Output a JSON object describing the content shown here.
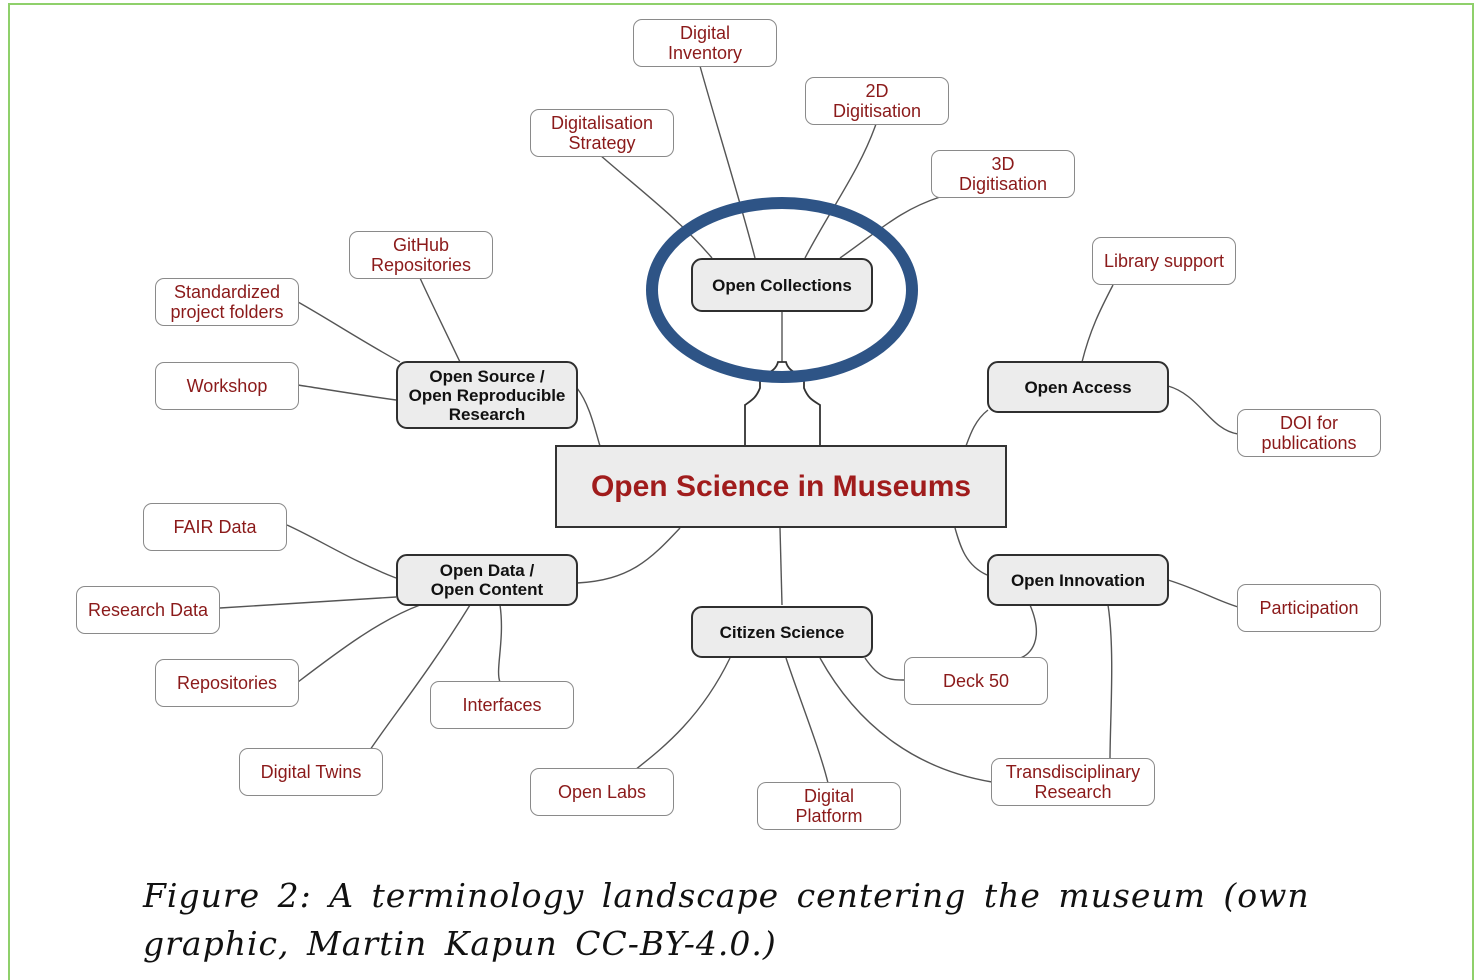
{
  "diagram": {
    "center": "Open Science in Museums",
    "hubs": {
      "open_collections": "Open Collections",
      "open_source": "Open Source /\nOpen Reproducible\nResearch",
      "open_access": "Open Access",
      "open_data": "Open Data /\nOpen Content",
      "open_innovation": "Open Innovation",
      "citizen_science": "Citizen Science"
    },
    "leaves": {
      "digital_inventory": "Digital\nInventory",
      "digitalisation_strategy": "Digitalisation\nStrategy",
      "digitisation_2d": "2D\nDigitisation",
      "digitisation_3d": "3D\nDigitisation",
      "github_repositories": "GitHub\nRepositories",
      "standardized_project_folders": "Standardized\nproject folders",
      "workshop": "Workshop",
      "library_support": "Library support",
      "doi_for_publications": "DOI for\npublications",
      "fair_data": "FAIR Data",
      "research_data": "Research Data",
      "repositories": "Repositories",
      "interfaces": "Interfaces",
      "digital_twins": "Digital Twins",
      "participation": "Participation",
      "deck_50": "Deck 50",
      "transdisciplinary_research": "Transdisciplinary\nResearch",
      "open_labs": "Open Labs",
      "digital_platform": "Digital\nPlatform"
    },
    "highlight_color": "#2e5486",
    "leaf_text_color": "#8b1a1a",
    "center_text_color": "#a01c1c"
  },
  "caption": "Figure 2:  A terminology landscape centering the museum (own\ngraphic, Martin Kapun CC-BY-4.0.)"
}
